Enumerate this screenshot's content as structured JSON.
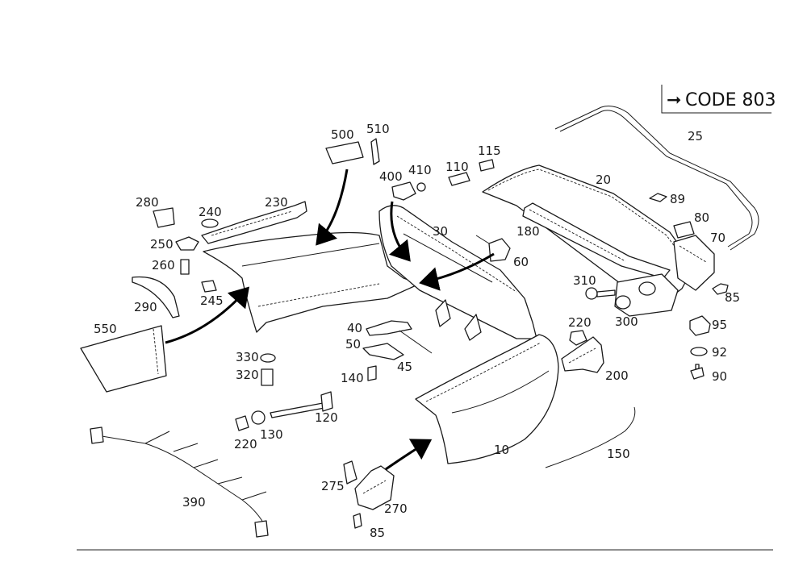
{
  "code_box": {
    "arrow_glyph": "➞",
    "text": "CODE 803"
  },
  "labels": {
    "l10": "10",
    "l20": "20",
    "l25": "25",
    "l30": "30",
    "l40": "40",
    "l45": "45",
    "l50": "50",
    "l60": "60",
    "l70": "70",
    "l80": "80",
    "l85a": "85",
    "l85b": "85",
    "l89": "89",
    "l90": "90",
    "l92": "92",
    "l95": "95",
    "l110": "110",
    "l115": "115",
    "l120": "120",
    "l130": "130",
    "l140": "140",
    "l150": "150",
    "l180": "180",
    "l200": "200",
    "l220a": "220",
    "l220b": "220",
    "l230": "230",
    "l240": "240",
    "l245": "245",
    "l250": "250",
    "l260": "260",
    "l270": "270",
    "l275": "275",
    "l280": "280",
    "l290": "290",
    "l300": "300",
    "l310": "310",
    "l320": "320",
    "l330": "330",
    "l390": "390",
    "l400": "400",
    "l410": "410",
    "l500": "500",
    "l510": "510",
    "l550": "550"
  }
}
